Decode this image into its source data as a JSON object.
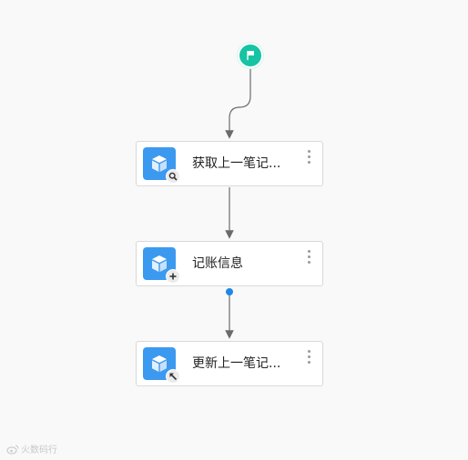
{
  "flow": {
    "start_icon": "flag-icon",
    "nodes": [
      {
        "title": "获取上一笔记...",
        "icon": "cube-icon",
        "badge_icon": "search-icon"
      },
      {
        "title": "记账信息",
        "icon": "cube-icon",
        "badge_icon": "plus-icon"
      },
      {
        "title": "更新上一笔记...",
        "icon": "cube-icon",
        "badge_icon": "arrow-up-left-icon"
      }
    ]
  },
  "watermark": {
    "text": "火数码行"
  },
  "colors": {
    "start": "#16c3a2",
    "tile": "#3c99f0",
    "connector": "#6b6b6b",
    "port": "#1e88e5"
  }
}
